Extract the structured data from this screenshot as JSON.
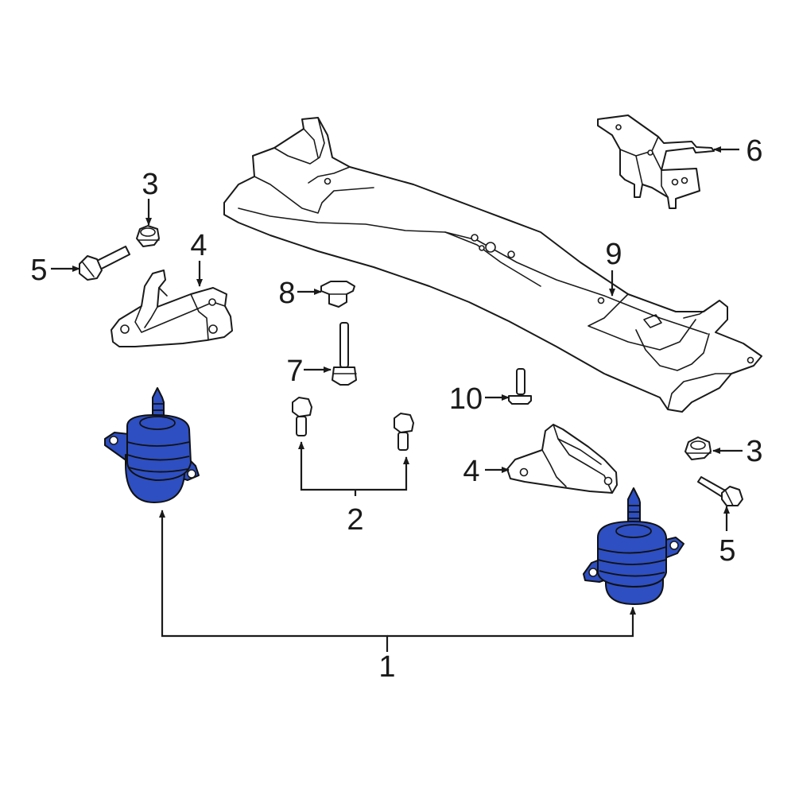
{
  "colors": {
    "highlight": "#2e4fc2",
    "line": "#1a1a1a",
    "background": "#ffffff"
  },
  "callouts": {
    "c1": "1",
    "c2": "2",
    "c3_left": "3",
    "c3_right": "3",
    "c4_left": "4",
    "c4_right": "4",
    "c5_left": "5",
    "c5_right": "5",
    "c6": "6",
    "c7": "7",
    "c8": "8",
    "c9": "9",
    "c10": "10"
  }
}
